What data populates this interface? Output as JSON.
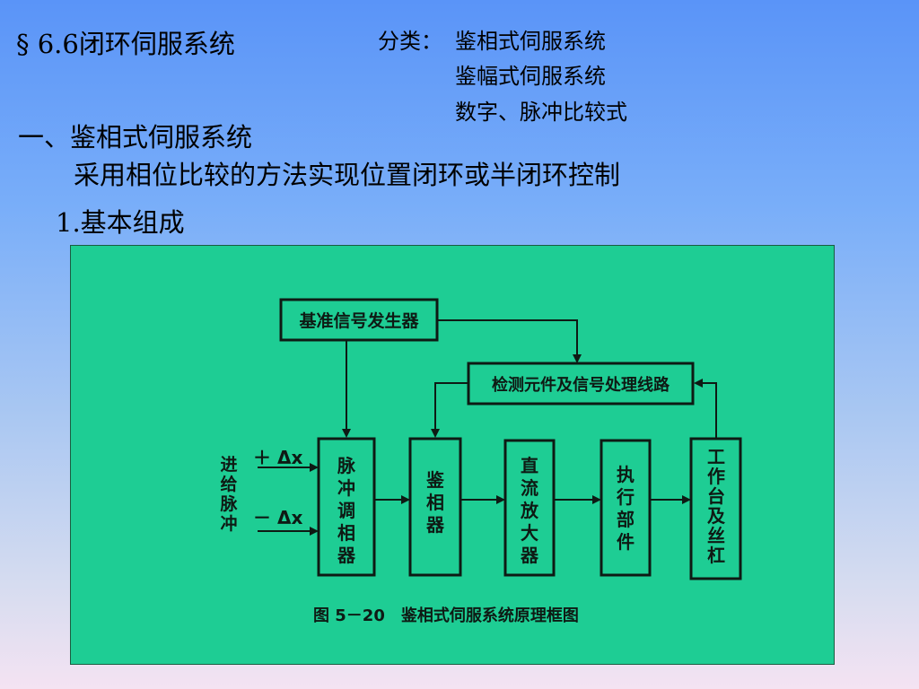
{
  "slide": {
    "title": "§ 6.6闭环伺服系统",
    "classification": {
      "label": "分类：",
      "items": [
        "鉴相式伺服系统",
        "鉴幅式伺服系统",
        "数字、脉冲比较式"
      ]
    },
    "section_heading": "一、鉴相式伺服系统",
    "section_description": "采用相位比较的方法实现位置闭环或半闭环控制",
    "sub_heading": "1.基本组成"
  },
  "diagram": {
    "blocks": {
      "reference": "基准信号发生器",
      "detector": "检测元件及信号处理线路",
      "pulse_phase": "脉冲调相器",
      "phase_detector": "鉴相器",
      "dc_amp": "直流放大器",
      "actuator": "执行部件",
      "table": "工作台及丝杠"
    },
    "input_label": "进给脉冲",
    "plus_input": "＋ Δx",
    "minus_input": "－ Δx",
    "caption": "图 5－20　鉴相式伺服系统原理框图",
    "colors": {
      "panel": "#1ecd94",
      "line": "#0e1a14"
    }
  }
}
